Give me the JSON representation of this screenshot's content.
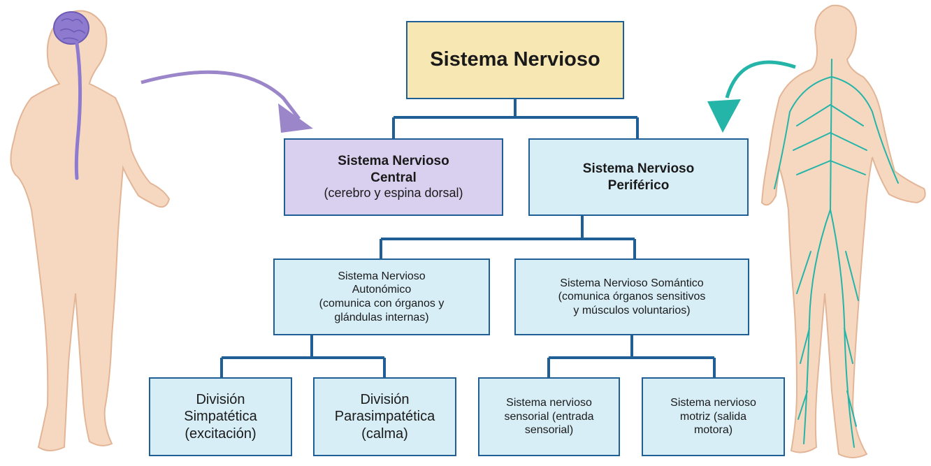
{
  "diagram": {
    "root": {
      "lines": [
        "Sistema Nervioso"
      ]
    },
    "central": {
      "title_lines": [
        "Sistema Nervioso",
        "Central"
      ],
      "sub": "(cerebro y espina dorsal)"
    },
    "peripheral": {
      "lines": [
        "Sistema Nervioso",
        "Periférico"
      ]
    },
    "autonomic": {
      "lines": [
        "Sistema Nervioso",
        "Autonómico",
        "(comunica con órganos y",
        "glándulas internas)"
      ]
    },
    "somatic": {
      "lines": [
        "Sistema Nervioso Somántico",
        "(comunica órganos sensitivos",
        "y músculos voluntarios)"
      ]
    },
    "sympathetic": {
      "lines": [
        "División",
        "Simpatética",
        "(excitación)"
      ]
    },
    "parasympathetic": {
      "lines": [
        "División",
        "Parasimpatética",
        "(calma)"
      ]
    },
    "sensory": {
      "lines": [
        "Sistema nervioso",
        "sensorial (entrada",
        "sensorial)"
      ]
    },
    "motor": {
      "lines": [
        "Sistema nervioso",
        "motriz (salida",
        "motora)"
      ]
    }
  },
  "colors": {
    "root_fill": "#f7e7b3",
    "central_fill": "#d9d0ef",
    "peripheral_fill": "#d8eef7",
    "border": "#1f5f95",
    "purple_arrow": "#9b86c9",
    "teal_arrow": "#25b4a8",
    "skin": "#f6d8c0"
  },
  "icons": {
    "left_figure": "human-figure-brain-spinal-cord-icon",
    "right_figure": "human-figure-peripheral-nerves-icon"
  }
}
